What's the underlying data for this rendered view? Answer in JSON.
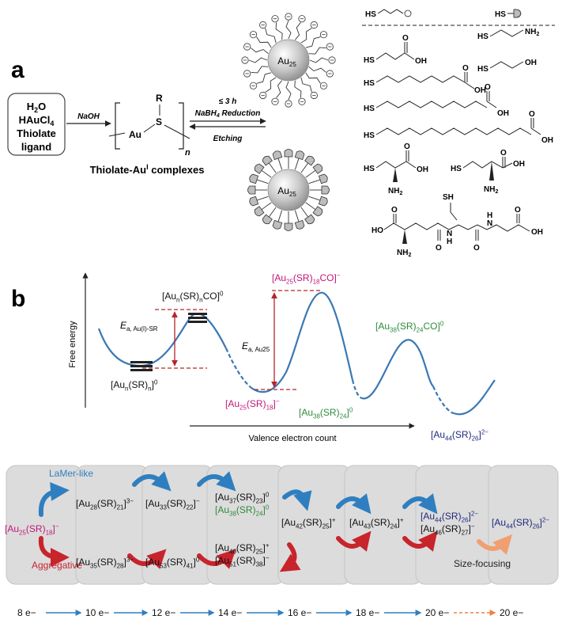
{
  "panel_a": {
    "label": "a",
    "reactants": [
      "H2O",
      "HAuCl4",
      "Thiolate",
      "ligand"
    ],
    "naoh": "NaOH",
    "complex_r": "R",
    "complex_au": "Au",
    "complex_s": "S",
    "complex_n": "n",
    "complex_caption": "Thiolate-Au",
    "complex_caption_sup": "I",
    "complex_caption_tail": "complexes",
    "reduction_time": "≤ 3 h",
    "reduction_label": "NaBH4 Reduction",
    "etching_label": "Etching",
    "cluster_label": "Au",
    "cluster_sub": "25",
    "hs": "HS",
    "sh": "SH",
    "oh": "OH",
    "nh2": "NH2",
    "h": "H",
    "n": "N",
    "ho": "HO"
  },
  "panel_b": {
    "label": "b",
    "y_axis_label": "Free energy",
    "x_axis_label": "Valence electron count",
    "species": [
      {
        "main": "[Au",
        "sub1": "n",
        "mid": "(SR)",
        "sub2": "n",
        "sup": "0",
        "color": "#111111"
      },
      {
        "main": "[Au",
        "sub1": "n",
        "mid": "(SR)",
        "sub2": "n",
        "tail": "CO]",
        "sup": "0",
        "color": "#111111"
      },
      {
        "main": "[Au",
        "sub1": "25",
        "mid": "(SR)",
        "sub2": "18",
        "tail": "CO]",
        "sup": "−",
        "color": "#c0187a"
      },
      {
        "main": "[Au",
        "sub1": "25",
        "mid": "(SR)",
        "sub2": "18",
        "sup": "−",
        "color": "#c0187a"
      },
      {
        "main": "[Au",
        "sub1": "38",
        "mid": "(SR)",
        "sub2": "24",
        "sup": "0",
        "color": "#2e8b3a"
      },
      {
        "main": "[Au",
        "sub1": "38",
        "mid": "(SR)",
        "sub2": "24",
        "tail": "CO]",
        "sup": "0",
        "color": "#2e8b3a"
      },
      {
        "main": "[Au",
        "sub1": "44",
        "mid": "(SR)",
        "sub2": "26",
        "sup": "2−",
        "color": "#1f2a7a"
      }
    ],
    "ea1": {
      "e": "E",
      "sub": "a, Au(I)-SR"
    },
    "ea2": {
      "e": "E",
      "sub": "a, Au25"
    }
  },
  "panel_c": {
    "lamer_label": "LaMer-like",
    "aggregative_label": "Aggregative",
    "size_focusing_label": "Size-focusing",
    "start_species": {
      "main": "[Au",
      "sub1": "25",
      "mid": "(SR)",
      "sub2": "18",
      "sup": "−"
    },
    "top_species": [
      {
        "main": "[Au",
        "sub1": "28",
        "mid": "(SR)",
        "sub2": "21",
        "sup": "3−"
      },
      {
        "main": "[Au",
        "sub1": "33",
        "mid": "(SR)",
        "sub2": "22",
        "sup": "−"
      },
      {
        "main": "[Au",
        "sub1": "37",
        "mid": "(SR)",
        "sub2": "23",
        "sup": "0"
      },
      {
        "main": "[Au",
        "sub1": "38",
        "mid": "(SR)",
        "sub2": "24",
        "sup": "0"
      }
    ],
    "bottom_species": [
      {
        "main": "[Au",
        "sub1": "35",
        "mid": "(SR)",
        "sub2": "28",
        "sup": "3−"
      },
      {
        "main": "[Au",
        "sub1": "53",
        "mid": "(SR)",
        "sub2": "41",
        "sup": "0"
      },
      {
        "main": "[Au",
        "sub1": "40",
        "mid": "(SR)",
        "sub2": "25",
        "sup": "+"
      },
      {
        "main": "[Au",
        "sub1": "51",
        "mid": "(SR)",
        "sub2": "38",
        "sup": "−"
      }
    ],
    "middle_species": [
      {
        "main": "[Au",
        "sub1": "42",
        "mid": "(SR)",
        "sub2": "25",
        "sup": "+"
      },
      {
        "main": "[Au",
        "sub1": "43",
        "mid": "(SR)",
        "sub2": "24",
        "sup": "+"
      },
      {
        "main": "[Au",
        "sub1": "44",
        "mid": "(SR)",
        "sub2": "26",
        "sup": "2−"
      },
      {
        "main": "[Au",
        "sub1": "46",
        "mid": "(SR)",
        "sub2": "27",
        "sup": "−"
      },
      {
        "main": "[Au",
        "sub1": "44",
        "mid": "(SR)",
        "sub2": "26",
        "sup": "2−"
      }
    ],
    "electron_counts": [
      "8 e−",
      "10 e−",
      "12 e−",
      "14 e−",
      "16 e−",
      "18 e−",
      "20 e−",
      "20 e−"
    ],
    "colors": {
      "magenta": "#c0187a",
      "green": "#2e8b3a",
      "navy": "#1f2a7a",
      "blue_arrow": "#2f7fc0",
      "red_arrow": "#c8242c",
      "orange_arrow": "#e9824a"
    }
  }
}
